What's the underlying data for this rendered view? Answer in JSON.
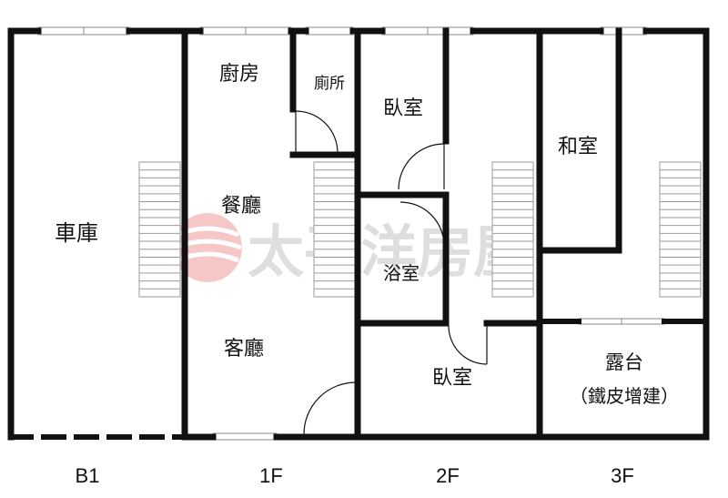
{
  "rooms": {
    "garage": "車庫",
    "kitchen": "廚房",
    "toilet": "廁所",
    "dining": "餐廳",
    "living": "客廳",
    "bedroom_upper": "臥室",
    "bathroom": "浴室",
    "bedroom_lower": "臥室",
    "tatami": "和室",
    "terrace_line1": "露台",
    "terrace_line2": "（鐵皮增建）"
  },
  "floors": [
    "B1",
    "1F",
    "2F",
    "3F"
  ],
  "watermark": "太平洋房屋",
  "colors": {
    "wall": "#111111",
    "stairs": "#9a9a9a",
    "watermark": "#e23a3a",
    "watermark_text": "#dcdcdc"
  }
}
